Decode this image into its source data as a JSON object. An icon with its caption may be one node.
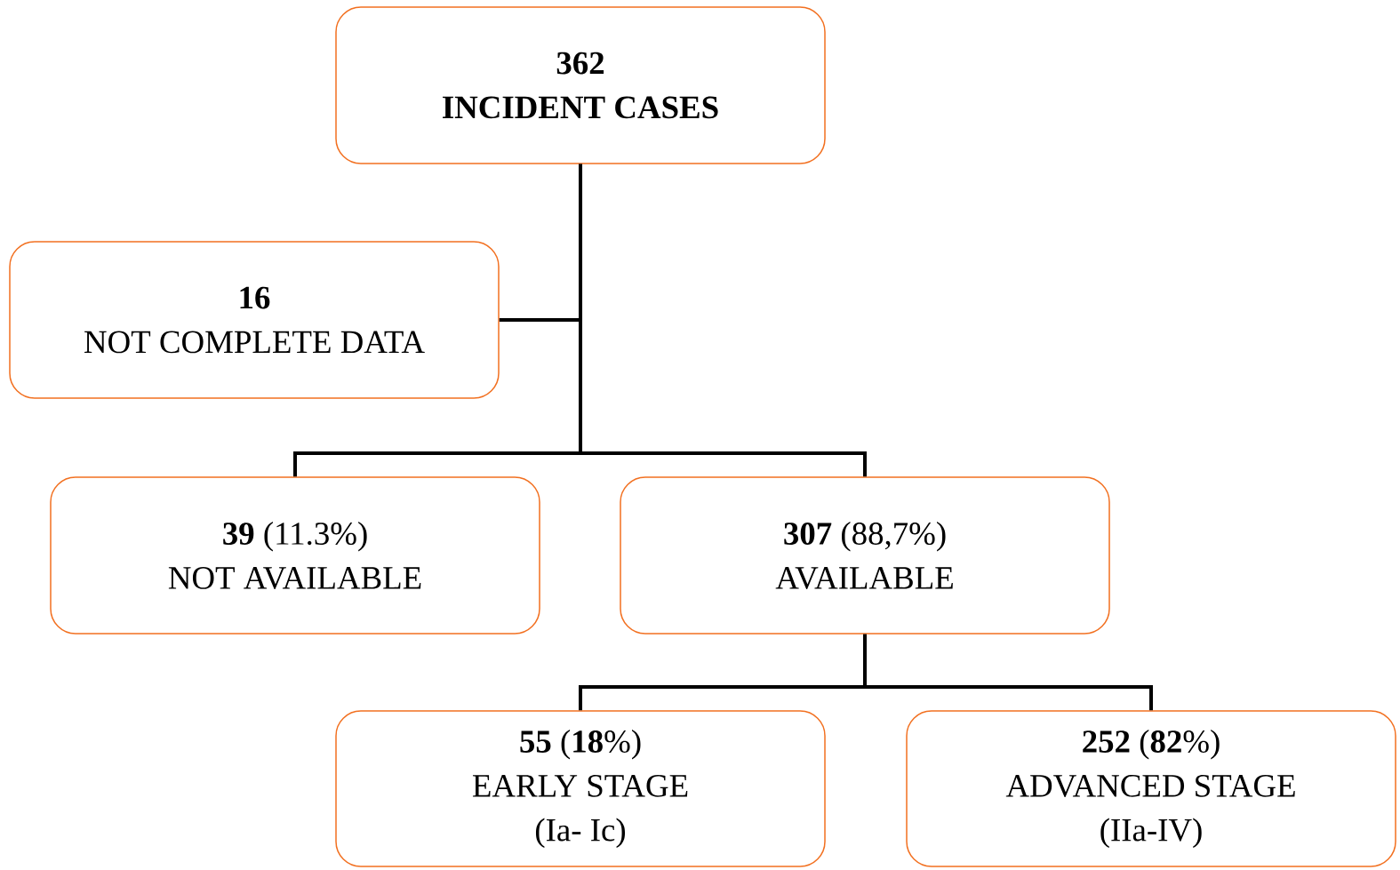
{
  "diagram": {
    "nodes": [
      {
        "text": [
          "362",
          "INCIDENT CASES"
        ]
      },
      {
        "text": [
          "16",
          "NOT COMPLETE DATA"
        ]
      },
      {
        "text": [
          "**39** (11.3%)",
          "NOT AVAILABLE"
        ]
      },
      {
        "text": [
          "**307** (88,7%)",
          "AVAILABLE"
        ]
      },
      {
        "text": [
          "**55** (**18**%)",
          "EARLY STAGE",
          "(Ia- Ic)"
        ]
      },
      {
        "text": [
          "**252** (**82**%)",
          "ADVANCED STAGE",
          "(IIa-IV)"
        ]
      }
    ],
    "edges": [
      {
        "from": 0,
        "to": 1,
        "arrow": "none"
      },
      {
        "from": 0,
        "to": 2,
        "arrow": "none"
      },
      {
        "from": 0,
        "to": 3,
        "arrow": "none"
      },
      {
        "from": 3,
        "to": 4,
        "arrow": "none"
      },
      {
        "from": 3,
        "to": 5,
        "arrow": "none"
      }
    ]
  }
}
